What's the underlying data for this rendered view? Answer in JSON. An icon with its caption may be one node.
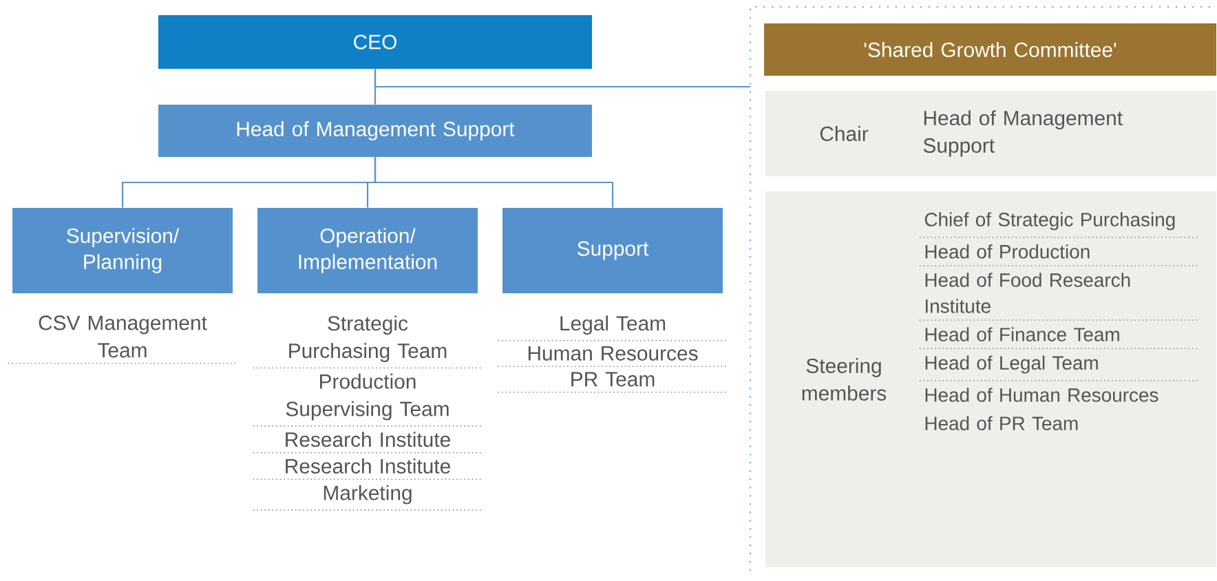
{
  "diagram": {
    "nodes": [
      {
        "text": [
          "CEO"
        ]
      },
      {
        "text": [
          "Head of Management Support"
        ]
      },
      {
        "text": [
          "Supervision/ Planning"
        ],
        "beside": [
          "CSV Management Team"
        ]
      },
      {
        "text": [
          "Operation/ Implementation"
        ],
        "beside": [
          "Strategic Purchasing Team",
          "Production Supervising Team",
          "Research Institute",
          "Research Institute",
          "Marketing"
        ]
      },
      {
        "text": [
          "Support"
        ],
        "beside": [
          "Legal Team",
          "Human Resources",
          "PR Team"
        ]
      },
      {
        "text": [],
        "shape": "box"
      },
      {
        "text": [
          "'Shared Growth Committee'"
        ],
        "in": 5
      },
      {
        "text": [
          "Chair",
          "Head of Management Support"
        ],
        "in": 5
      },
      {
        "text": [
          "Steering members",
          "Chief of Strategic Purchasing",
          "Head of Production",
          "Head of Food Research Institute",
          "Head of Finance Team",
          "Head of Legal Team",
          "Head of Human Resources",
          "Head of PR Team"
        ],
        "in": 5
      }
    ],
    "edges": [
      {
        "from": 0,
        "to": 1,
        "arrow": "none"
      },
      {
        "from": 0,
        "to": 5,
        "arrow": "none"
      },
      {
        "from": 1,
        "to": 2,
        "arrow": "none"
      },
      {
        "from": 1,
        "to": 3,
        "arrow": "none"
      },
      {
        "from": 1,
        "to": 4,
        "arrow": "none"
      }
    ]
  }
}
